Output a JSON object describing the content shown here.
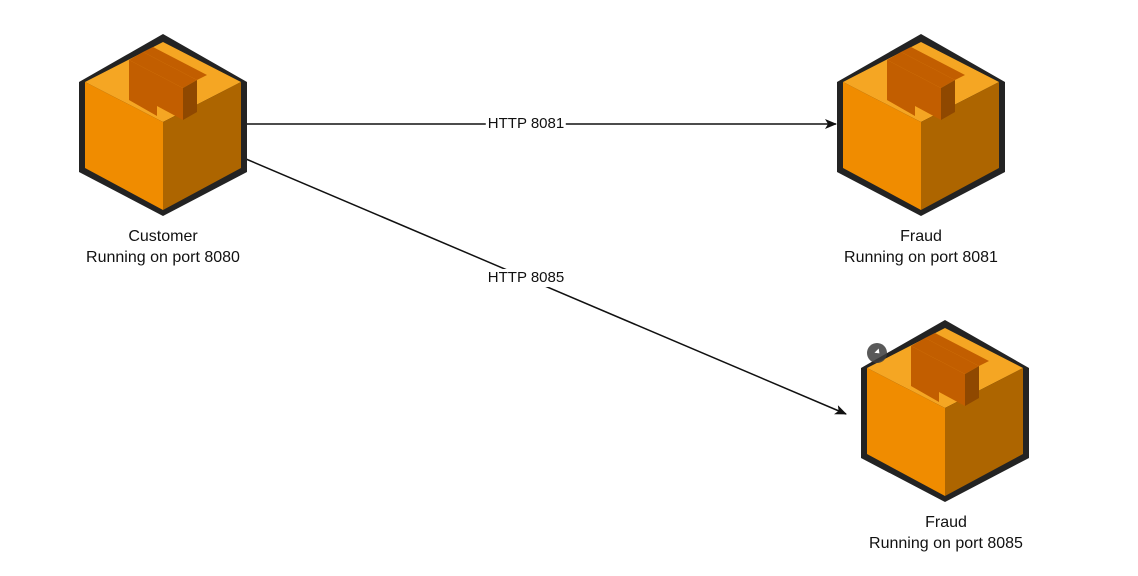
{
  "colors": {
    "box_front": "#f08c00",
    "box_side": "#ad6500",
    "box_top": "#f5a623",
    "box_tape": "#c25e00",
    "box_outline": "#232323",
    "edge": "#111111"
  },
  "nodes": [
    {
      "id": "customer",
      "icon": "package-box-icon",
      "name": "Customer",
      "detail": "Running on port 8080"
    },
    {
      "id": "fraud-8081",
      "icon": "package-box-icon",
      "name": "Fraud",
      "detail": "Running on port 8081"
    },
    {
      "id": "fraud-8085",
      "icon": "package-box-icon",
      "name": "Fraud",
      "detail": "Running on port 8085"
    }
  ],
  "edges": [
    {
      "from": "customer",
      "to": "fraud-8081",
      "label": "HTTP 8081"
    },
    {
      "from": "customer",
      "to": "fraud-8085",
      "label": "HTTP 8085"
    }
  ]
}
